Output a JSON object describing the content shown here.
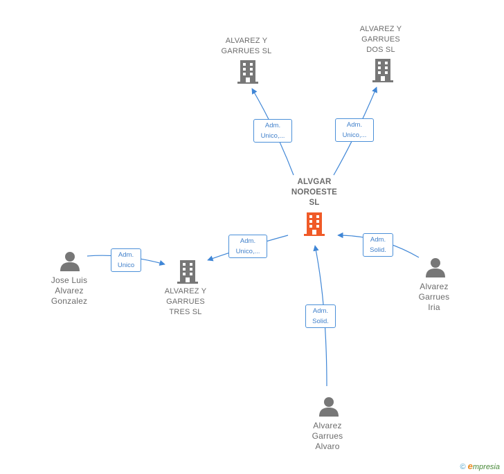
{
  "nodes": {
    "center": {
      "label": "ALVGAR\nNOROESTE\nSL",
      "icon": "building-icon",
      "color": "#f05a28"
    },
    "company_top_left": {
      "label": "ALVAREZ Y\nGARRUES SL",
      "icon": "building-icon",
      "color": "#777777"
    },
    "company_top_right": {
      "label": "ALVAREZ Y\nGARRUES\nDOS SL",
      "icon": "building-icon",
      "color": "#777777"
    },
    "company_left": {
      "label": "ALVAREZ Y\nGARRUES\nTRES SL",
      "icon": "building-icon",
      "color": "#777777"
    },
    "person_jose": {
      "label": "Jose Luis\nAlvarez\nGonzalez",
      "icon": "person-icon",
      "color": "#777777"
    },
    "person_iria": {
      "label": "Alvarez\nGarrues\nIria",
      "icon": "person-icon",
      "color": "#777777"
    },
    "person_alvaro": {
      "label": "Alvarez\nGarrues\nAlvaro",
      "icon": "person-icon",
      "color": "#777777"
    }
  },
  "edges": {
    "center_to_top_left": "Adm.\nUnico,...",
    "center_to_top_right": "Adm.\nUnico,...",
    "center_to_left": "Adm.\nUnico,...",
    "jose_to_left": "Adm.\nUnico",
    "iria_to_center": "Adm.\nSolid.",
    "alvaro_to_center": "Adm.\nSolid."
  },
  "colors": {
    "edge": "#3f86d6",
    "edge_label_border": "#4a8fd8"
  },
  "footer": {
    "copyright": "©",
    "brand_initial": "e",
    "brand_rest": "mpresia"
  }
}
